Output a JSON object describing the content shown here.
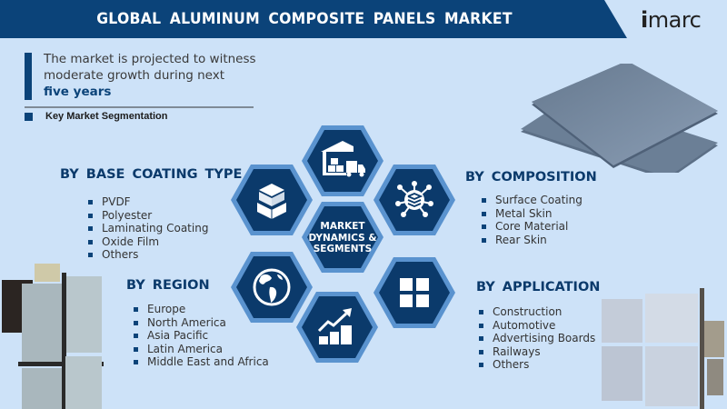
{
  "header": {
    "title": "GLOBAL  ALUMINUM  COMPOSITE  PANELS  MARKET",
    "logo": {
      "prefix": "i",
      "rest": "marc"
    }
  },
  "intro": {
    "text": "The market is projected to witness moderate growth during next",
    "highlight": "five years"
  },
  "key_segmentation_label": "Key Market Segmentation",
  "center_hex": {
    "line1": "MARKET",
    "line2": "DYNAMICS &",
    "line3": "SEGMENTS"
  },
  "segments": {
    "base_coating": {
      "title": "BY  BASE COATING TYPE",
      "items": [
        "PVDF",
        "Polyester",
        "Laminating Coating",
        "Oxide Film",
        "Others"
      ]
    },
    "composition": {
      "title": "BY  COMPOSITION",
      "items": [
        "Surface Coating",
        "Metal Skin",
        "Core Material",
        "Rear Skin"
      ]
    },
    "region": {
      "title": "BY REGION",
      "items": [
        "Europe",
        "North America",
        "Asia Pacific",
        "Latin America",
        "Middle East and Africa"
      ]
    },
    "application": {
      "title": "BY  APPLICATION",
      "items": [
        "Construction",
        "Automotive",
        "Advertising Boards",
        "Railways",
        "Others"
      ]
    }
  },
  "icons": {
    "top": "warehouse-truck-icon",
    "upper_left": "stacked-boxes-icon",
    "upper_right": "layers-network-icon",
    "lower_left": "globe-icon",
    "lower_right": "grid-squares-icon",
    "bottom": "growth-chart-icon"
  },
  "colors": {
    "banner": "#0b4379",
    "background": "#cde2f8",
    "hex_fill": "#0b3a6b",
    "hex_border": "#5a93cf",
    "title_text": "#0b3a6b"
  }
}
